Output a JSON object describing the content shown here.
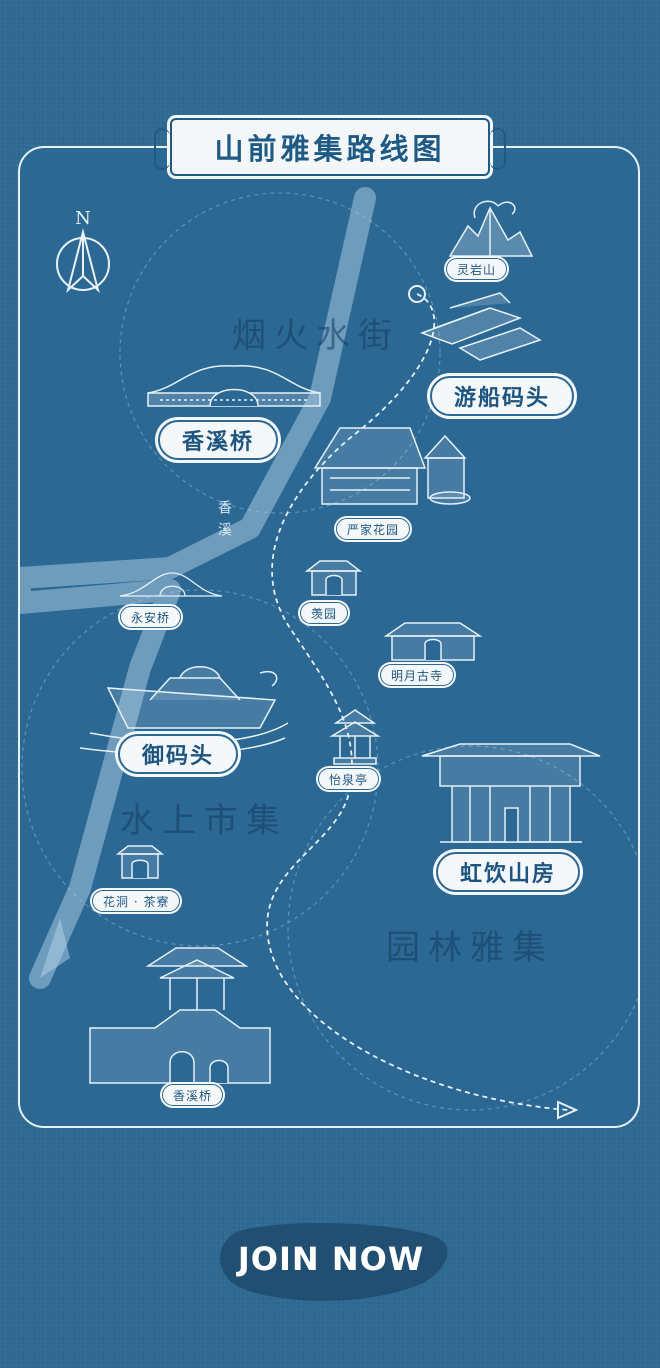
{
  "title": "山前雅集路线图",
  "compass": {
    "north": "N"
  },
  "river": {
    "name": "香溪"
  },
  "zones": [
    "烟火水街",
    "水上市集",
    "园林雅集"
  ],
  "major_places": [
    "游船码头",
    "香溪桥",
    "御码头",
    "虹饮山房"
  ],
  "minor_places": {
    "lingyan": "灵岩山",
    "yanjia": "严家花园",
    "yongan": "永安桥",
    "xian": "羡园",
    "mingyue": "明月古寺",
    "yiquan": "怡泉亭",
    "huadong": "花洞 · 茶寮",
    "xiangxi_small": "香溪桥"
  },
  "cta": {
    "label": "JOIN NOW"
  },
  "colors": {
    "background": "#2f6a93",
    "card": "#2b6894",
    "line": "#dce9f3",
    "label_text": "#1e5580"
  }
}
